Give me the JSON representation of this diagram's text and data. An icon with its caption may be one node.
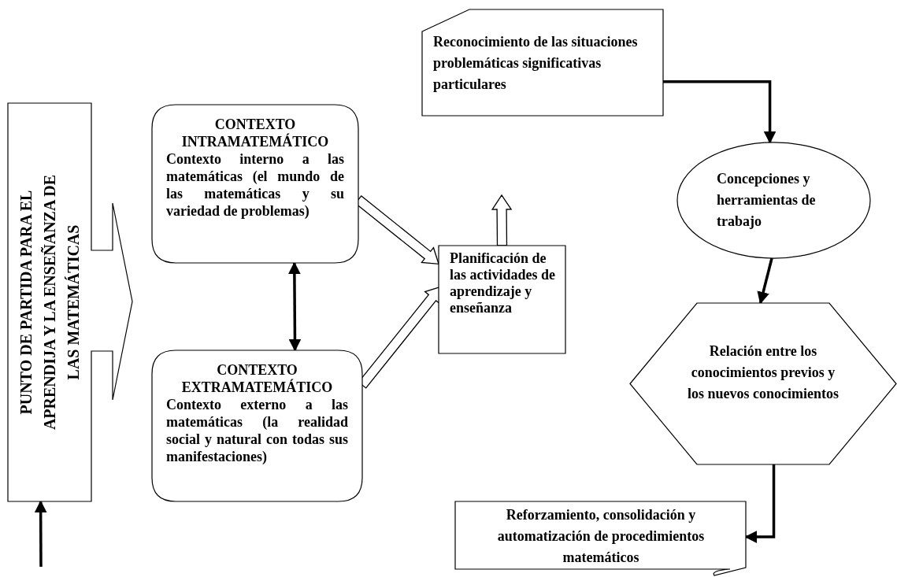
{
  "diagram": {
    "nodes": [
      {
        "text": [
          "PUNTO DE PARTIDA PARA EL APRENDIJA Y LA ENSEÑANZA DE LAS MATEMÁTICAS"
        ]
      },
      {
        "text": [
          "CONTEXTO INTRAMATEMÁTICO",
          "Contexto interno a las matemáticas (el mundo de las matemáticas y su variedad de problemas)"
        ]
      },
      {
        "text": [
          "CONTEXTO EXTRAMATEMÁTICO",
          "Contexto externo a las matemáticas (la realidad social y natural con todas sus manifestaciones)"
        ]
      },
      {
        "text": [
          "Planificación de las actividades de aprendizaje y enseñanza"
        ]
      },
      {
        "text": [
          "Reconocimiento de las situaciones problemáticas significativas particulares"
        ]
      },
      {
        "text": [
          "Concepciones y herramientas de trabajo"
        ]
      },
      {
        "text": [
          "Relación entre los conocimientos previos y los nuevos conocimientos"
        ]
      },
      {
        "text": [
          "Reforzamiento, consolidación y automatización de procedimientos matemáticos"
        ]
      }
    ],
    "edges": [
      {
        "from": null,
        "to": 0,
        "arrow": "to"
      },
      {
        "from": 1,
        "to": 2,
        "arrow": "both"
      },
      {
        "from": 1,
        "to": 3,
        "arrow": "to",
        "style": "thick"
      },
      {
        "from": 2,
        "to": 3,
        "arrow": "to",
        "style": "thick"
      },
      {
        "from": 3,
        "to": null,
        "arrow": "to",
        "style": "thick"
      },
      {
        "from": 4,
        "to": 5,
        "arrow": "to"
      },
      {
        "from": 5,
        "to": 6,
        "arrow": "to"
      },
      {
        "from": 6,
        "to": 7,
        "arrow": "to"
      }
    ]
  }
}
